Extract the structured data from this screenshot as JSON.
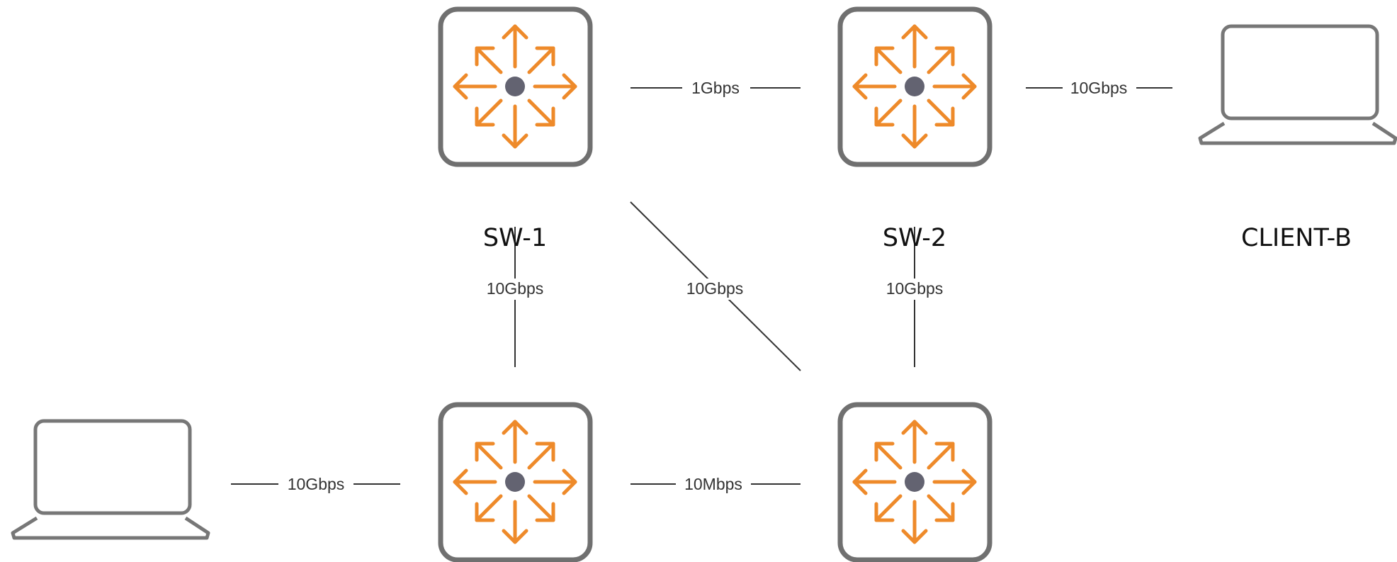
{
  "colors": {
    "frame": "#707070",
    "arrow": "#EE8A2A",
    "hub": "#636371",
    "line": "#333333",
    "laptop": "#777777",
    "background": "#ffffff"
  },
  "icons": {
    "switch": "switch-icon",
    "laptop": "laptop-icon",
    "arrows": "arrow-cross-icon"
  },
  "nodes": {
    "sw1": {
      "label": "SW-1"
    },
    "sw2": {
      "label": "SW-2"
    },
    "sw3": {
      "label": ""
    },
    "sw4": {
      "label": ""
    },
    "client_a": {
      "label": ""
    },
    "client_b": {
      "label": "CLIENT-B"
    }
  },
  "links": {
    "sw1_sw2": "1Gbps",
    "sw2_client_b": "10Gbps",
    "sw1_sw3": "10Gbps",
    "sw1_sw4": "10Gbps",
    "sw2_sw4": "10Gbps",
    "client_a_sw3": "10Gbps",
    "sw3_sw4": "10Mbps"
  }
}
